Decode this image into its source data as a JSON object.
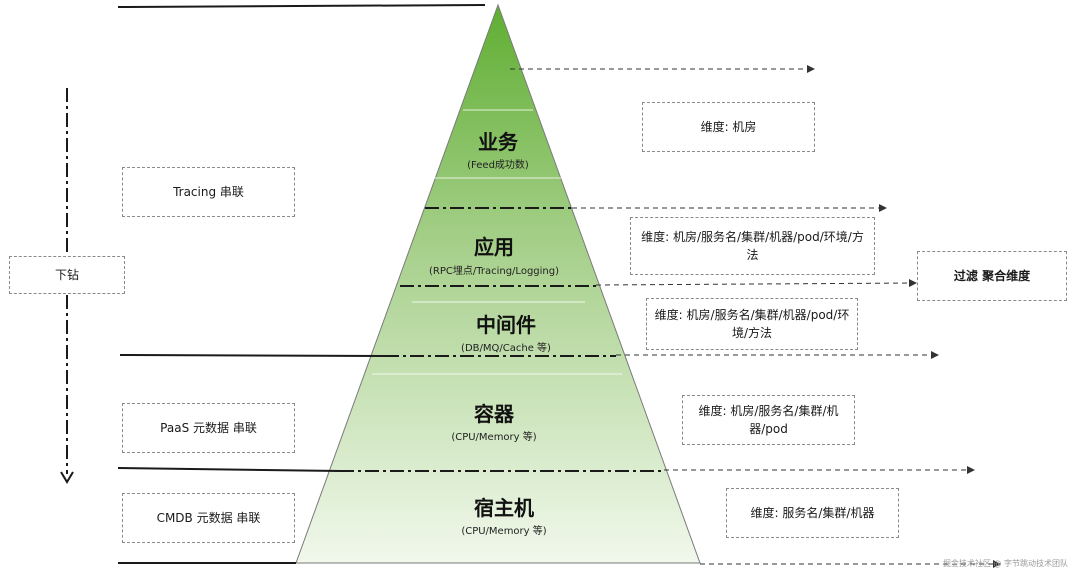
{
  "layers": [
    {
      "title": "业务",
      "subtitle": "(Feed成功数)"
    },
    {
      "title": "应用",
      "subtitle": "(RPC埋点/Tracing/Logging)"
    },
    {
      "title": "中间件",
      "subtitle": "(DB/MQ/Cache 等)"
    },
    {
      "title": "容器",
      "subtitle": "(CPU/Memory 等)"
    },
    {
      "title": "宿主机",
      "subtitle": "(CPU/Memory 等)"
    }
  ],
  "left_boxes": {
    "drill_down": "下钻",
    "tracing": "Tracing 串联",
    "paas": "PaaS 元数据 串联",
    "cmdb": "CMDB 元数据 串联"
  },
  "dimension_boxes": {
    "business": "维度: 机房",
    "application": "维度: 机房/服务名/集群/机器/pod/环境/方法",
    "middleware": "维度: 机房/服务名/集群/机器/pod/环境/方法",
    "container": "维度: 机房/服务名/集群/机器/pod",
    "host": "维度: 服务名/集群/机器"
  },
  "filter_box": "过滤 聚合维度",
  "watermark": "掘金技术社区 @ 字节跳动技术团队",
  "colors": {
    "pyramid_top": "#6db33f",
    "pyramid_bottom": "#eef6e8",
    "line": "#1a1a1a",
    "arrow_dashed": "#333333"
  }
}
